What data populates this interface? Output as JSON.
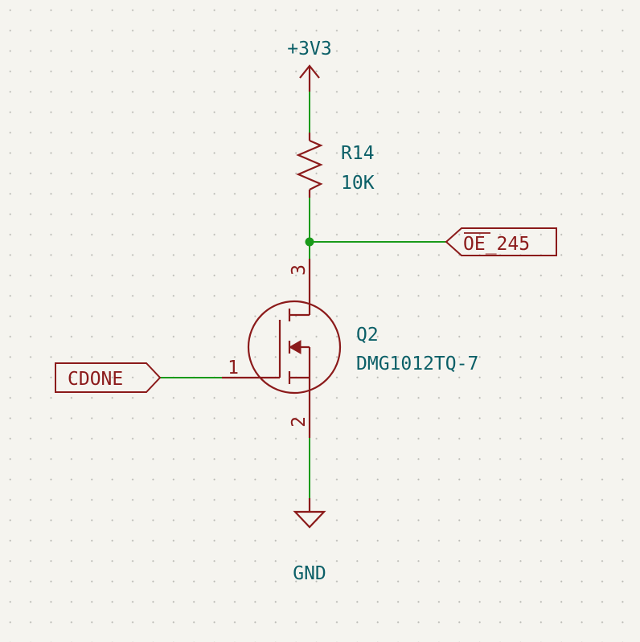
{
  "power": {
    "supply_label": "+3V3",
    "ground_label": "GND"
  },
  "resistor": {
    "reference": "R14",
    "value": "10K"
  },
  "transistor": {
    "reference": "Q2",
    "part": "DMG1012TQ-7",
    "pin_gate": "1",
    "pin_source": "2",
    "pin_drain": "3"
  },
  "labels": {
    "output_label": "OE_245",
    "input_label": "CDONE"
  },
  "colors": {
    "background": "#f5f4ef",
    "wire": "#1a9a1a",
    "symbol": "#8b1a1a",
    "text": "#0b5f67"
  }
}
